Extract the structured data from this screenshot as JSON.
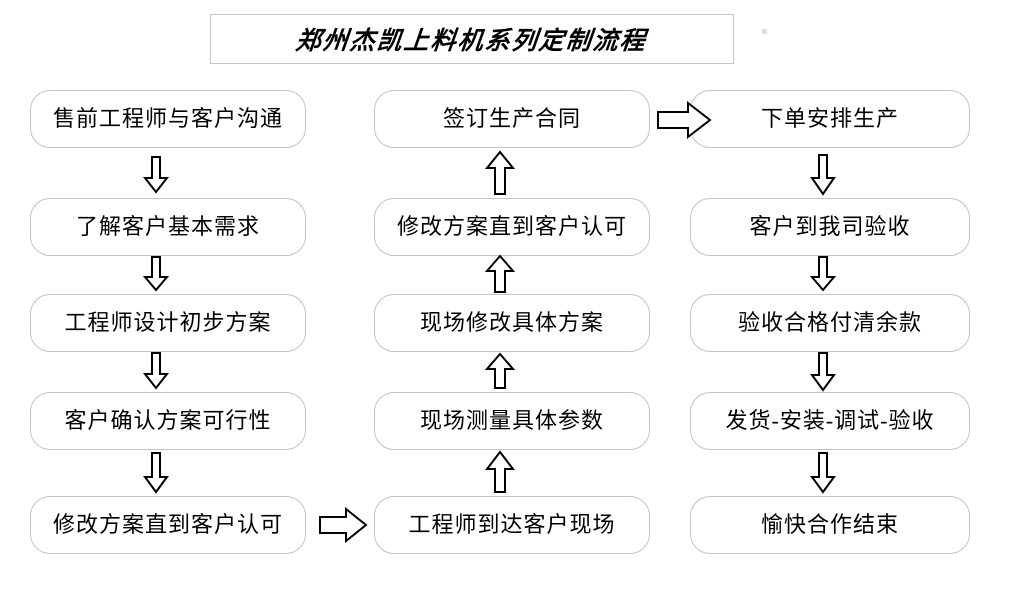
{
  "title": {
    "text": "郑州杰凯上料机系列定制流程"
  },
  "colors": {
    "background": "#ffffff",
    "box_border": "#c4c4c4",
    "title_border": "#c8c8c8",
    "arrow_stroke": "#000000",
    "text": "#000000"
  },
  "columns": [
    {
      "id": "column-1",
      "flow_direction": "down",
      "nodes": [
        {
          "label": "售前工程师与客户沟通"
        },
        {
          "label": "了解客户基本需求"
        },
        {
          "label": "工程师设计初步方案"
        },
        {
          "label": "客户确认方案可行性"
        },
        {
          "label": "修改方案直到客户认可"
        }
      ]
    },
    {
      "id": "column-2",
      "flow_direction": "up",
      "nodes": [
        {
          "label": "签订生产合同"
        },
        {
          "label": "修改方案直到客户认可"
        },
        {
          "label": "现场修改具体方案"
        },
        {
          "label": "现场测量具体参数"
        },
        {
          "label": "工程师到达客户现场"
        }
      ]
    },
    {
      "id": "column-3",
      "flow_direction": "down",
      "nodes": [
        {
          "label": "下单安排生产"
        },
        {
          "label": "客户到我司验收"
        },
        {
          "label": "验收合格付清余款"
        },
        {
          "label": "发货-安装-调试-验收"
        },
        {
          "label": "愉快合作结束"
        }
      ]
    }
  ],
  "connectors": [
    {
      "id": "col1-to-col2",
      "type": "arrow-right",
      "from": "修改方案直到客户认可",
      "to": "工程师到达客户现场"
    },
    {
      "id": "col2-to-col3",
      "type": "arrow-right",
      "from": "签订生产合同",
      "to": "下单安排生产"
    }
  ],
  "vertical_arrows": {
    "column_1": "down",
    "column_2": "up",
    "column_3": "down"
  }
}
